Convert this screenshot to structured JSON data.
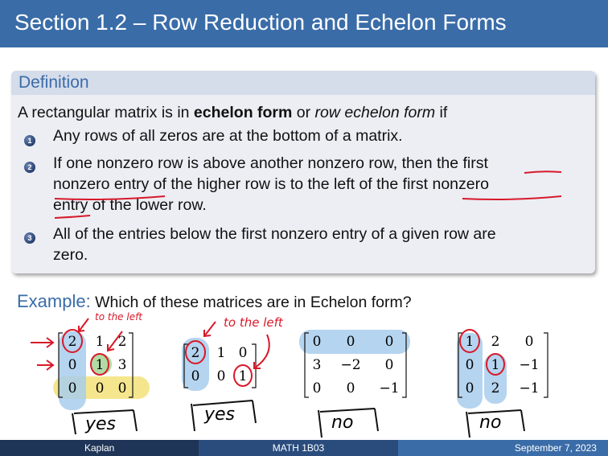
{
  "title": "Section 1.2 – Row Reduction and Echelon Forms",
  "definition": {
    "heading": "Definition",
    "lead_pre": "A rectangular matrix is in ",
    "lead_bold": "echelon form",
    "lead_mid": " or ",
    "lead_italic": "row echelon form",
    "lead_post": " if",
    "items": [
      {
        "num": "1",
        "text": "Any rows of all zeros are at the bottom of a matrix."
      },
      {
        "num": "2",
        "line1": "If one nonzero row is above another nonzero row, then the first",
        "line2": "nonzero entry of the higher row is to the left of the first nonzero",
        "line3": "entry of the lower row."
      },
      {
        "num": "3",
        "line1": "All of the entries below the first nonzero entry of a given row are",
        "line2": "zero."
      }
    ]
  },
  "example": {
    "label": "Example:",
    "question": " Which of these matrices are in Echelon form?"
  },
  "matrices": [
    {
      "rows": [
        [
          "2",
          "1",
          "2"
        ],
        [
          "0",
          "1",
          "3"
        ],
        [
          "0",
          "0",
          "0"
        ]
      ],
      "note": "to the left",
      "verdict": "yes"
    },
    {
      "rows": [
        [
          "2",
          "1",
          "0"
        ],
        [
          "0",
          "0",
          "1"
        ]
      ],
      "note": "to the left",
      "verdict": "yes"
    },
    {
      "rows": [
        [
          "0",
          "0",
          "0"
        ],
        [
          "3",
          "−2",
          "0"
        ],
        [
          "0",
          "0",
          "−1"
        ]
      ],
      "verdict": "no"
    },
    {
      "rows": [
        [
          "1",
          "2",
          "0"
        ],
        [
          "0",
          "1",
          "−1"
        ],
        [
          "0",
          "2",
          "−1"
        ]
      ],
      "verdict": "no"
    }
  ],
  "footer": {
    "author": "Kaplan",
    "course": "MATH 1B03",
    "date": "September 7, 2023"
  },
  "colors": {
    "accent": "#3a6ca8",
    "ink": "#d8192a",
    "highlight_blue": "#a8cdec",
    "highlight_yellow": "#f3e27a",
    "highlight_green": "#a9d69a"
  }
}
